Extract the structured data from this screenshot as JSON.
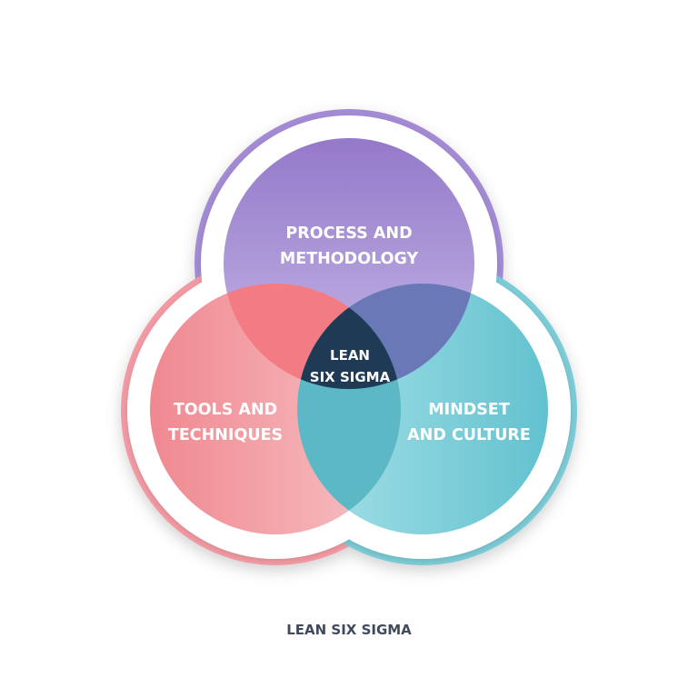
{
  "diagram": {
    "top_label": {
      "line1": "PROCESS AND",
      "line2": "METHODOLOGY"
    },
    "left_label": {
      "line1": "TOOLS AND",
      "line2": "TECHNIQUES"
    },
    "right_label": {
      "line1": "MINDSET",
      "line2": "AND CULTURE"
    },
    "center_label": {
      "line1": "LEAN",
      "line2": "SIX SIGMA"
    },
    "caption": "LEAN SIX SIGMA"
  },
  "colors": {
    "purple": "#9b82d0",
    "pink": "#f0888f",
    "teal": "#6ec7d3",
    "dark_center": "#1f3a54",
    "caption": "#3f4a5e"
  }
}
